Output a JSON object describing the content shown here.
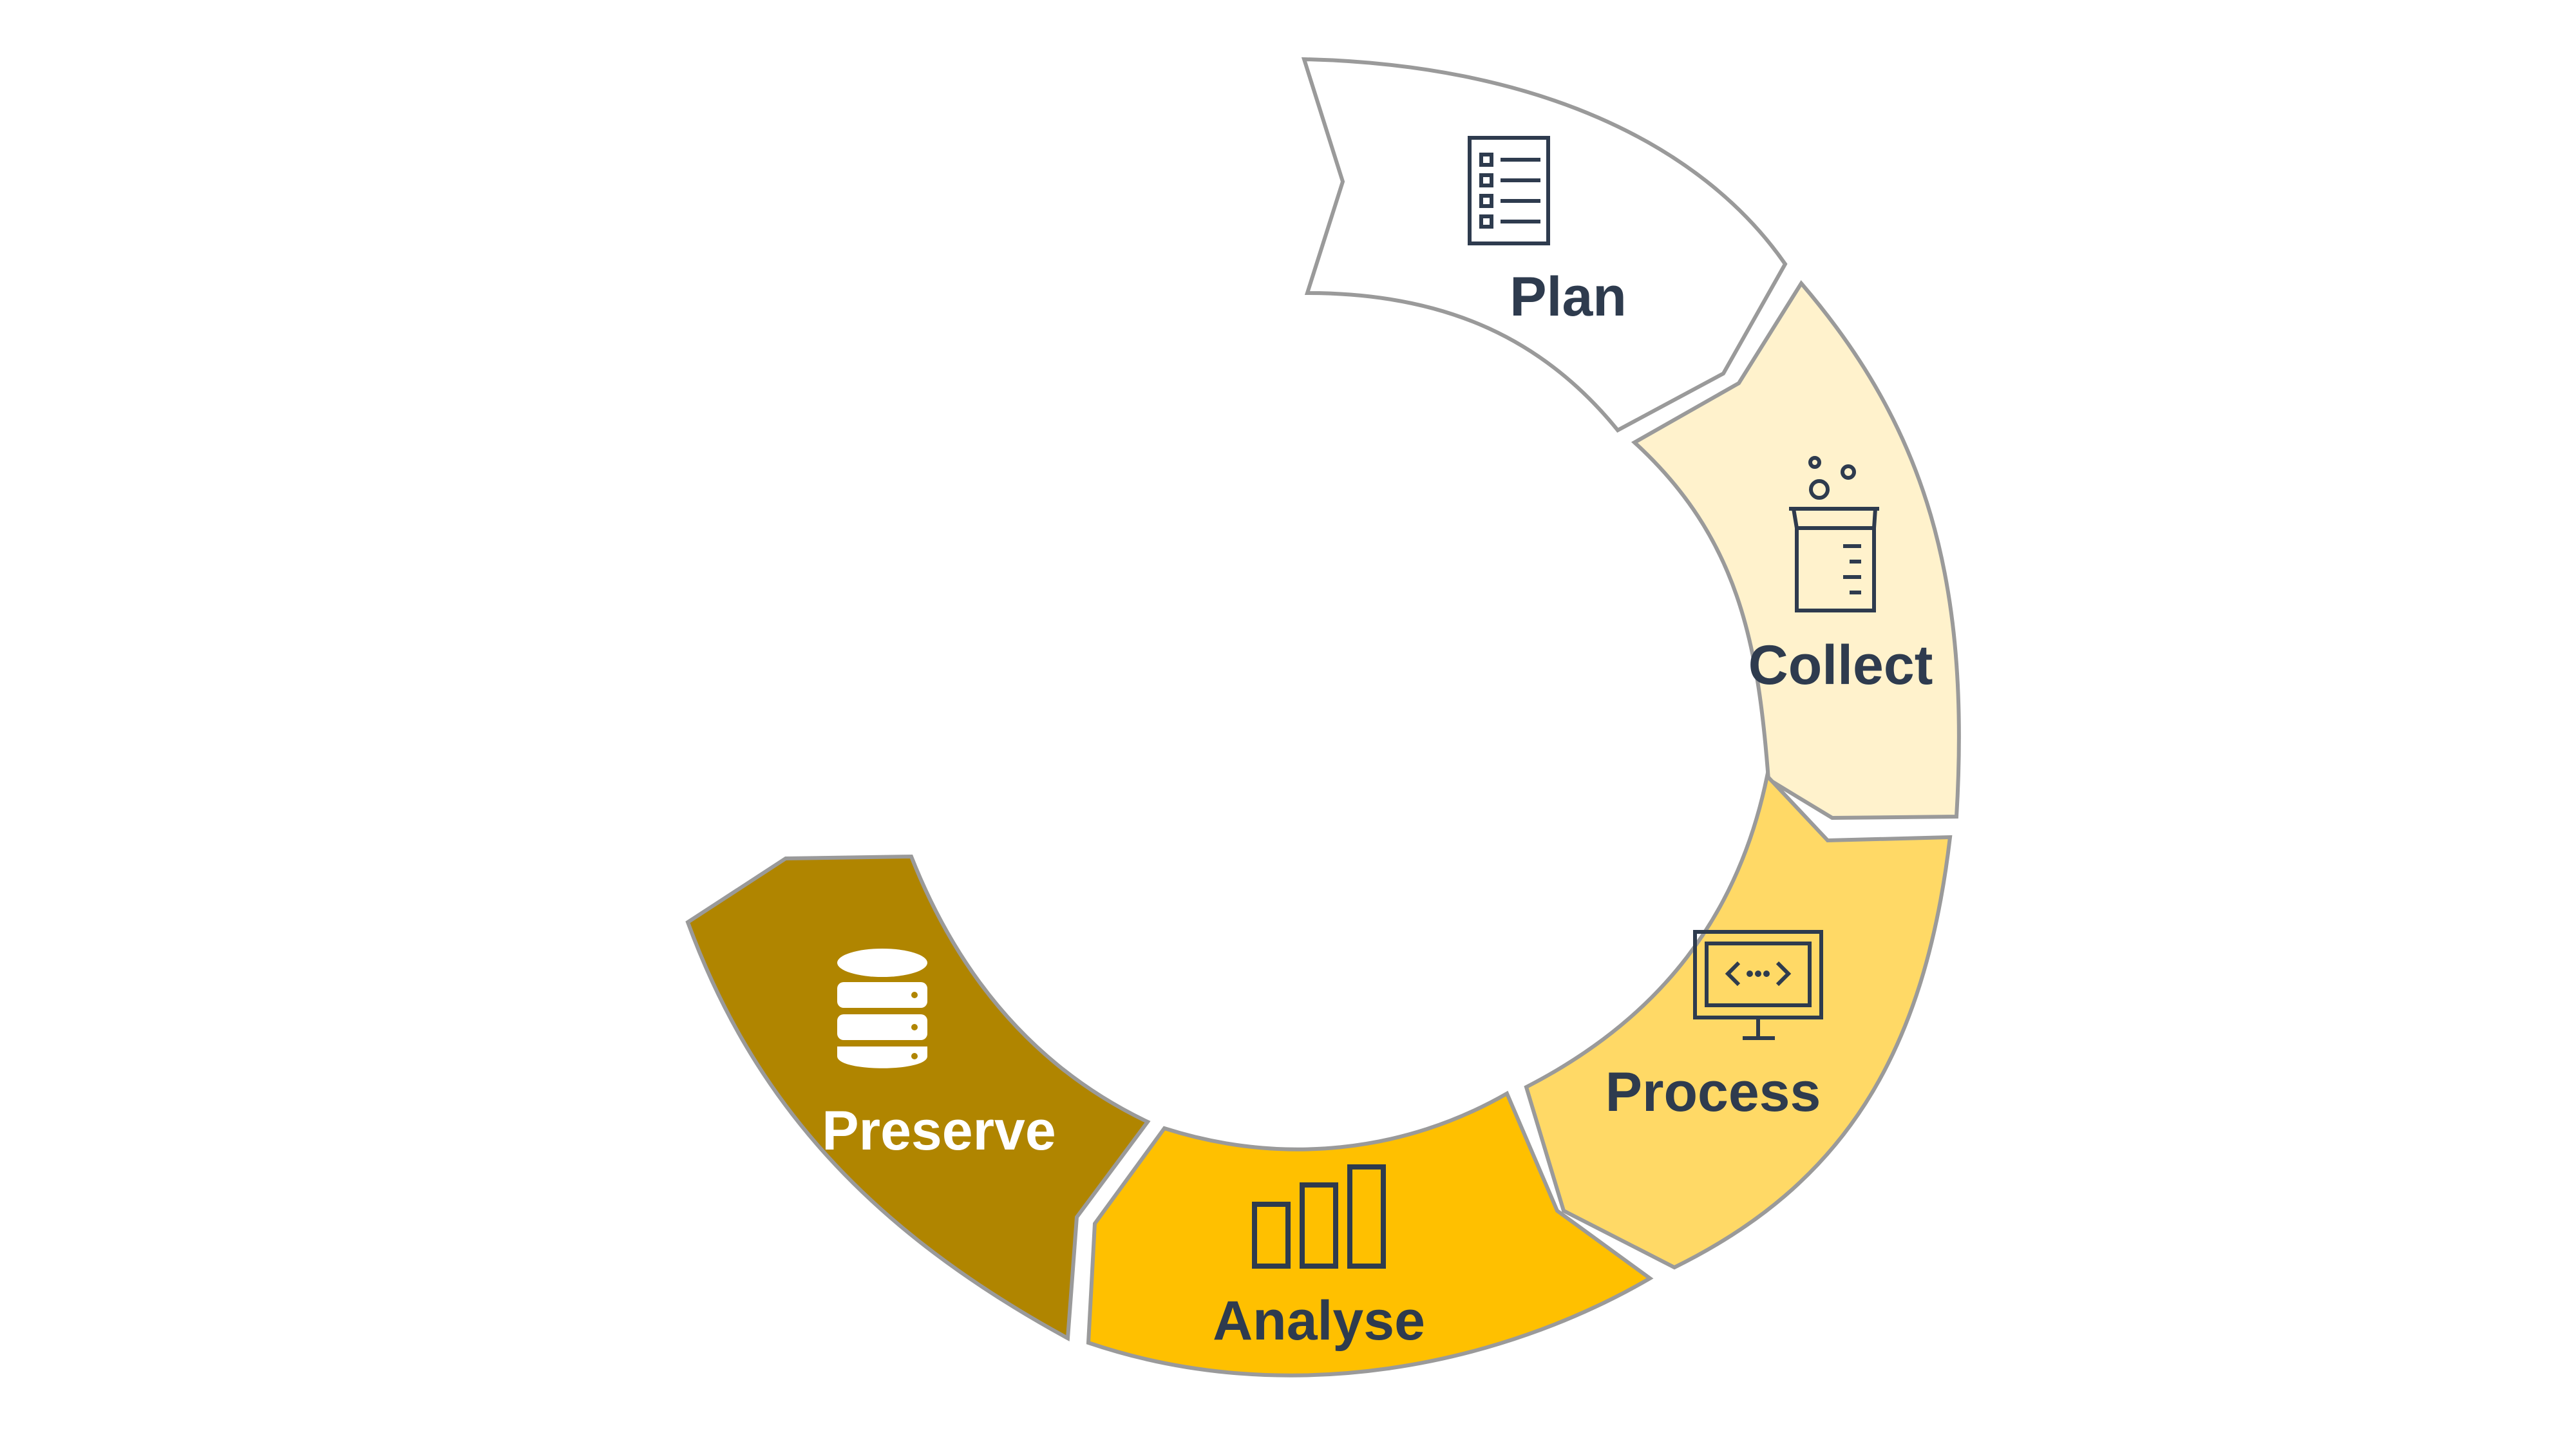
{
  "diagram": {
    "stages": [
      {
        "id": "plan",
        "label": "Plan",
        "icon": "checklist-icon",
        "fill": "#FFFFFF",
        "text_color": "#2E3B4E"
      },
      {
        "id": "collect",
        "label": "Collect",
        "icon": "beaker-icon",
        "fill": "#FFF2CC",
        "text_color": "#2E3B4E"
      },
      {
        "id": "process",
        "label": "Process",
        "icon": "monitor-code-icon",
        "fill": "#FFD966",
        "text_color": "#2E3B4E"
      },
      {
        "id": "analyse",
        "label": "Analyse",
        "icon": "bar-chart-icon",
        "fill": "#FFC000",
        "text_color": "#2E3B4E"
      },
      {
        "id": "preserve",
        "label": "Preserve",
        "icon": "database-icon",
        "fill": "#B08500",
        "text_color": "#FFFFFF"
      }
    ],
    "outline_color": "#9A9A9A",
    "icon_color": "#2E3B4E"
  }
}
